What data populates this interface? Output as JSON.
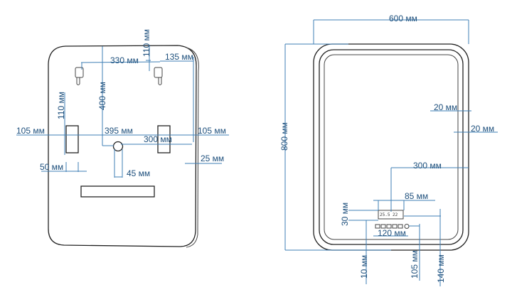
{
  "back_view": {
    "labels": {
      "hook_spacing": "330 мм",
      "hook_height": "110 мм",
      "hook_side_offset": "135 мм",
      "hook_to_socket": "400 мм",
      "bracket_height": "110 мм",
      "left_margin": "105 мм",
      "bracket_spacing": "395 мм",
      "right_margin": "105 мм",
      "socket_offset": "300 мм",
      "depth": "25 мм",
      "bracket_width": "50 мм",
      "socket_diameter": "45 мм"
    }
  },
  "front_view": {
    "labels": {
      "width": "600 мм",
      "height": "800 мм",
      "frame_inset_1": "20 мм",
      "frame_inset_2": "20 мм",
      "display_offset": "300 мм",
      "display_width": "85 мм",
      "display_height": "30 мм",
      "panel_width": "120 мм",
      "panel_gap": "10 мм",
      "panel_bottom": "105 мм",
      "display_bottom": "140 мм"
    },
    "display_text": "25.5 22"
  },
  "colors": {
    "dimension": "#3f7fb5",
    "outline": "#222222"
  }
}
